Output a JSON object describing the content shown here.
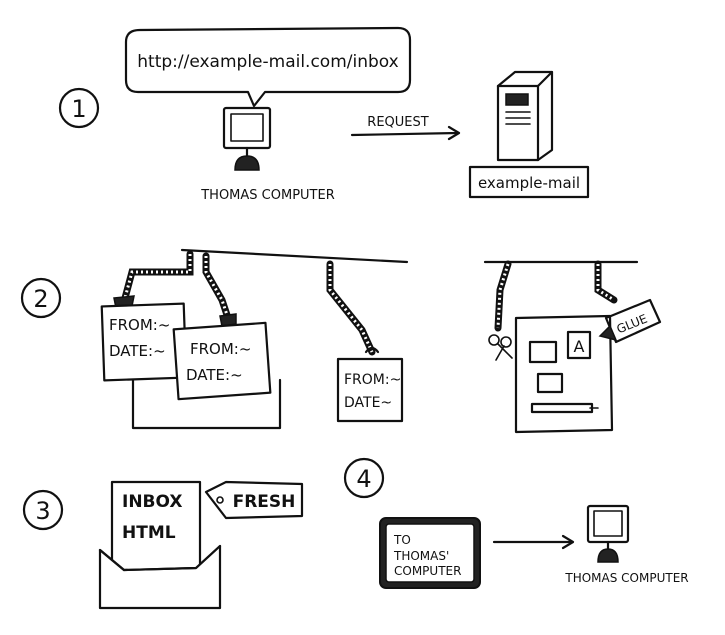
{
  "step1": {
    "number": "1",
    "url": "http://example-mail.com/inbox",
    "arrow_label": "REQUEST",
    "client_label": "THOMAS COMPUTER",
    "server_label": "example-mail"
  },
  "step2": {
    "number": "2",
    "cards": [
      {
        "from": "FROM:~",
        "date": "DATE:~"
      },
      {
        "from": "FROM:~",
        "date": "DATE:~"
      },
      {
        "from": "FROM:~",
        "date": "DATE~"
      }
    ],
    "glue_label": "GLUE",
    "template_letter": "A"
  },
  "step3": {
    "number": "3",
    "line1": "INBOX",
    "line2": "HTML",
    "tag": "FRESH"
  },
  "step4": {
    "number": "4",
    "package_line1": "TO",
    "package_line2": "THOMAS'",
    "package_line3": "COMPUTER",
    "client_label": "THOMAS COMPUTER"
  }
}
